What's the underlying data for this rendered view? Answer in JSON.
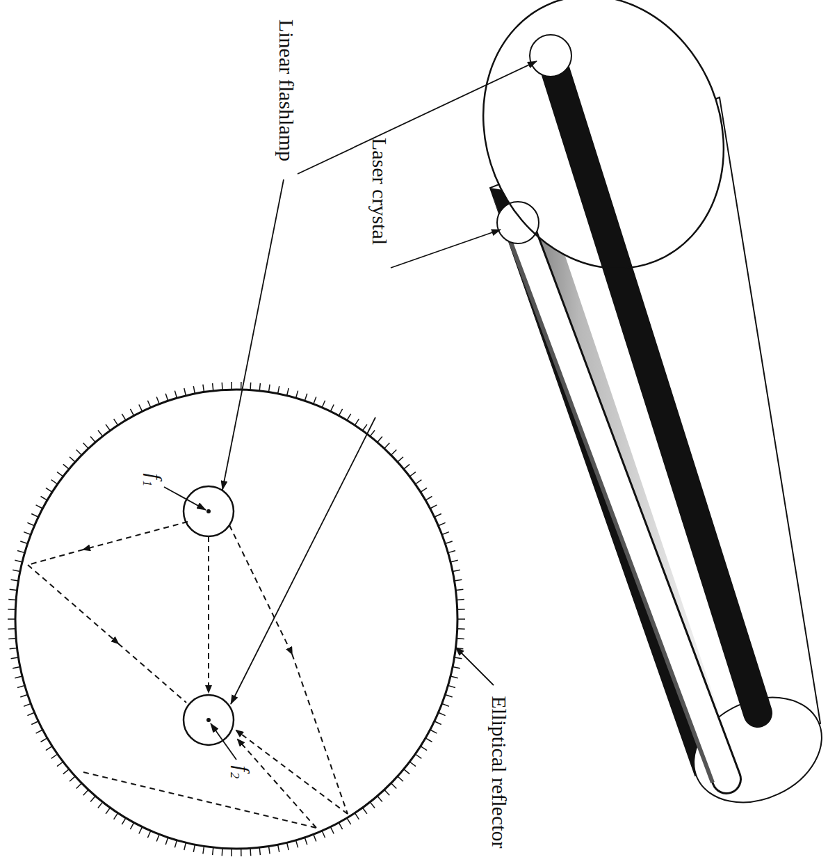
{
  "diagram": {
    "labels": [
      "Linear flashlamp",
      "Laser crystal",
      "f₁",
      "f₂",
      "Elliptical reflector"
    ]
  }
}
